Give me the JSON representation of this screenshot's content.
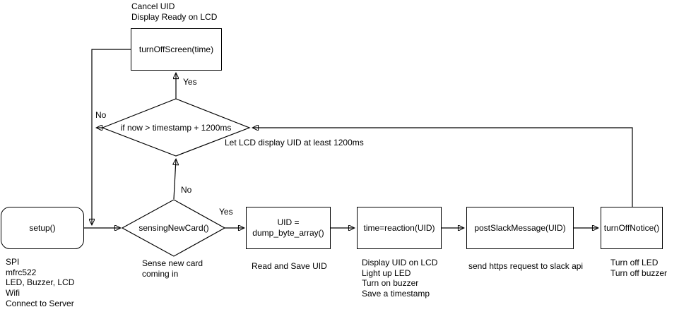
{
  "diagram": {
    "nodes": {
      "setup": {
        "label": "setup()"
      },
      "turn_off_screen": {
        "label": "turnOffScreen(time)"
      },
      "timeout_check": {
        "label": "if now > timestamp + 1200ms"
      },
      "sensing_new_card": {
        "label": "sensingNewCard()"
      },
      "uid_dump": {
        "label": "UID =\ndump_byte_array()"
      },
      "reaction": {
        "label": "time=reaction(UID)"
      },
      "post_slack": {
        "label": "postSlackMessage(UID)"
      },
      "turn_off_notice": {
        "label": "turnOffNotice()"
      }
    },
    "edge_labels": {
      "timeout_yes": "Yes",
      "timeout_no": "No",
      "sensing_no": "No",
      "sensing_yes": "Yes"
    },
    "annotations": {
      "turn_off_screen_note": "Cancel UID\nDisplay Ready on LCD",
      "timeout_note": "Let LCD display UID at least 1200ms",
      "setup_note": "SPI\nmfrc522\nLED, Buzzer, LCD\nWifi\nConnect to Server",
      "sensing_note": "Sense new card\ncoming in",
      "uid_dump_note": "Read and Save UID",
      "reaction_note": "Display UID on LCD\nLight up LED\nTurn on buzzer\nSave a timestamp",
      "post_slack_note": "send https request to slack api",
      "turn_off_notice_note": "Turn off LED\nTurn off buzzer"
    },
    "colors": {
      "stroke": "#000000",
      "node_fill": "#ffffff",
      "text": "#000000",
      "background": "#ffffff"
    }
  }
}
